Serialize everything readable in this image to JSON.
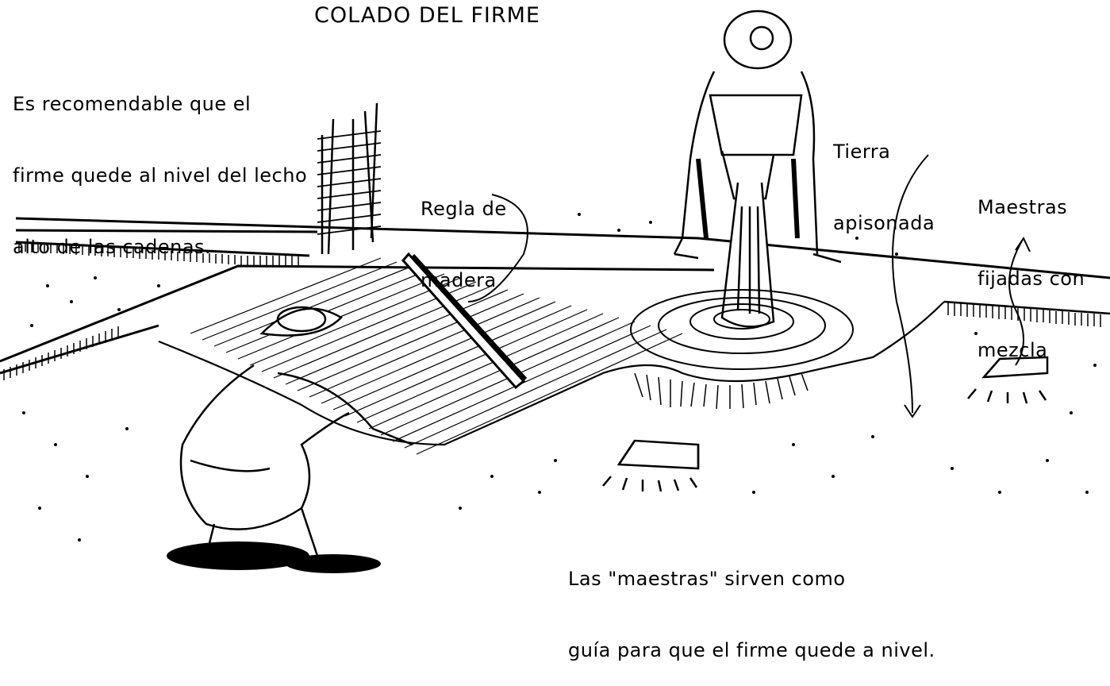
{
  "title": "COLADO DEL FIRME",
  "labels": {
    "intro": [
      "Es recomendable que el",
      "firme quede al nivel del lecho",
      "alto de las cadenas."
    ],
    "regla": [
      "Regla de",
      "madera"
    ],
    "tierra": [
      "Tierra",
      "apisonada"
    ],
    "maestras_fijadas": [
      "Maestras",
      "fijadas con",
      "mezcla"
    ],
    "maestras_nota": [
      "Las \"maestras\" sirven como",
      "guía para que el firme quede a nivel."
    ]
  },
  "colors": {
    "ink": "#000000",
    "paper": "#ffffff"
  }
}
